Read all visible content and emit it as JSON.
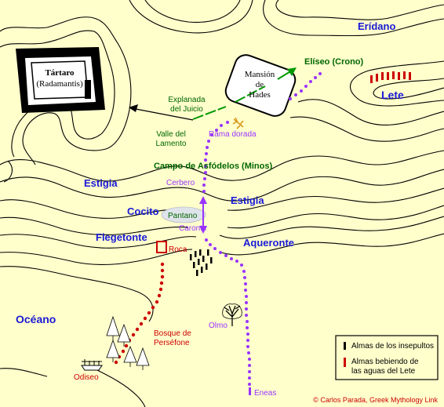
{
  "places": {
    "tartaro": "Tártaro",
    "radamantis": "(Radamantis)",
    "mansion_1": "Mansión",
    "mansion_2": "de",
    "mansion_3": "Hades",
    "explanada_1": "Explanada",
    "explanada_2": "del Juicio",
    "valle_1": "Valle del",
    "valle_2": "Lamento",
    "rama": "Rama dorada",
    "asfodelos": "Campo de Asfódelos (Minos)",
    "eliseo": "Elíseo (Crono)",
    "cerbero": "Cerbero",
    "pantano": "Pantano",
    "caronte": "Caronte",
    "roca": "Roca",
    "olmo": "Olmo",
    "bosque_1": "Bosque de",
    "bosque_2": "Perséfone",
    "odiseo": "Odiseo",
    "eneas": "Eneas"
  },
  "rivers": {
    "eridano": "Erídano",
    "lete": "Lete",
    "estigia_left": "Estigia",
    "estigia_right": "Estigia",
    "cocito": "Cocito",
    "flegetonte": "Flegetonte",
    "aqueronte": "Aqueronte",
    "oceano": "Océano"
  },
  "legend": {
    "item1": "Almas de los insepultos",
    "item2a": "Almas bebiendo de",
    "item2b": "las aguas del Lete"
  },
  "credit": "© Carlos Parada, Greek Mythology Link",
  "colors": {
    "background": "#ffffcc",
    "river_label": "#1a1ad6",
    "odiseo_path": "#cc0000",
    "eneas_path": "#9933ff",
    "judgement_path": "#009900"
  }
}
